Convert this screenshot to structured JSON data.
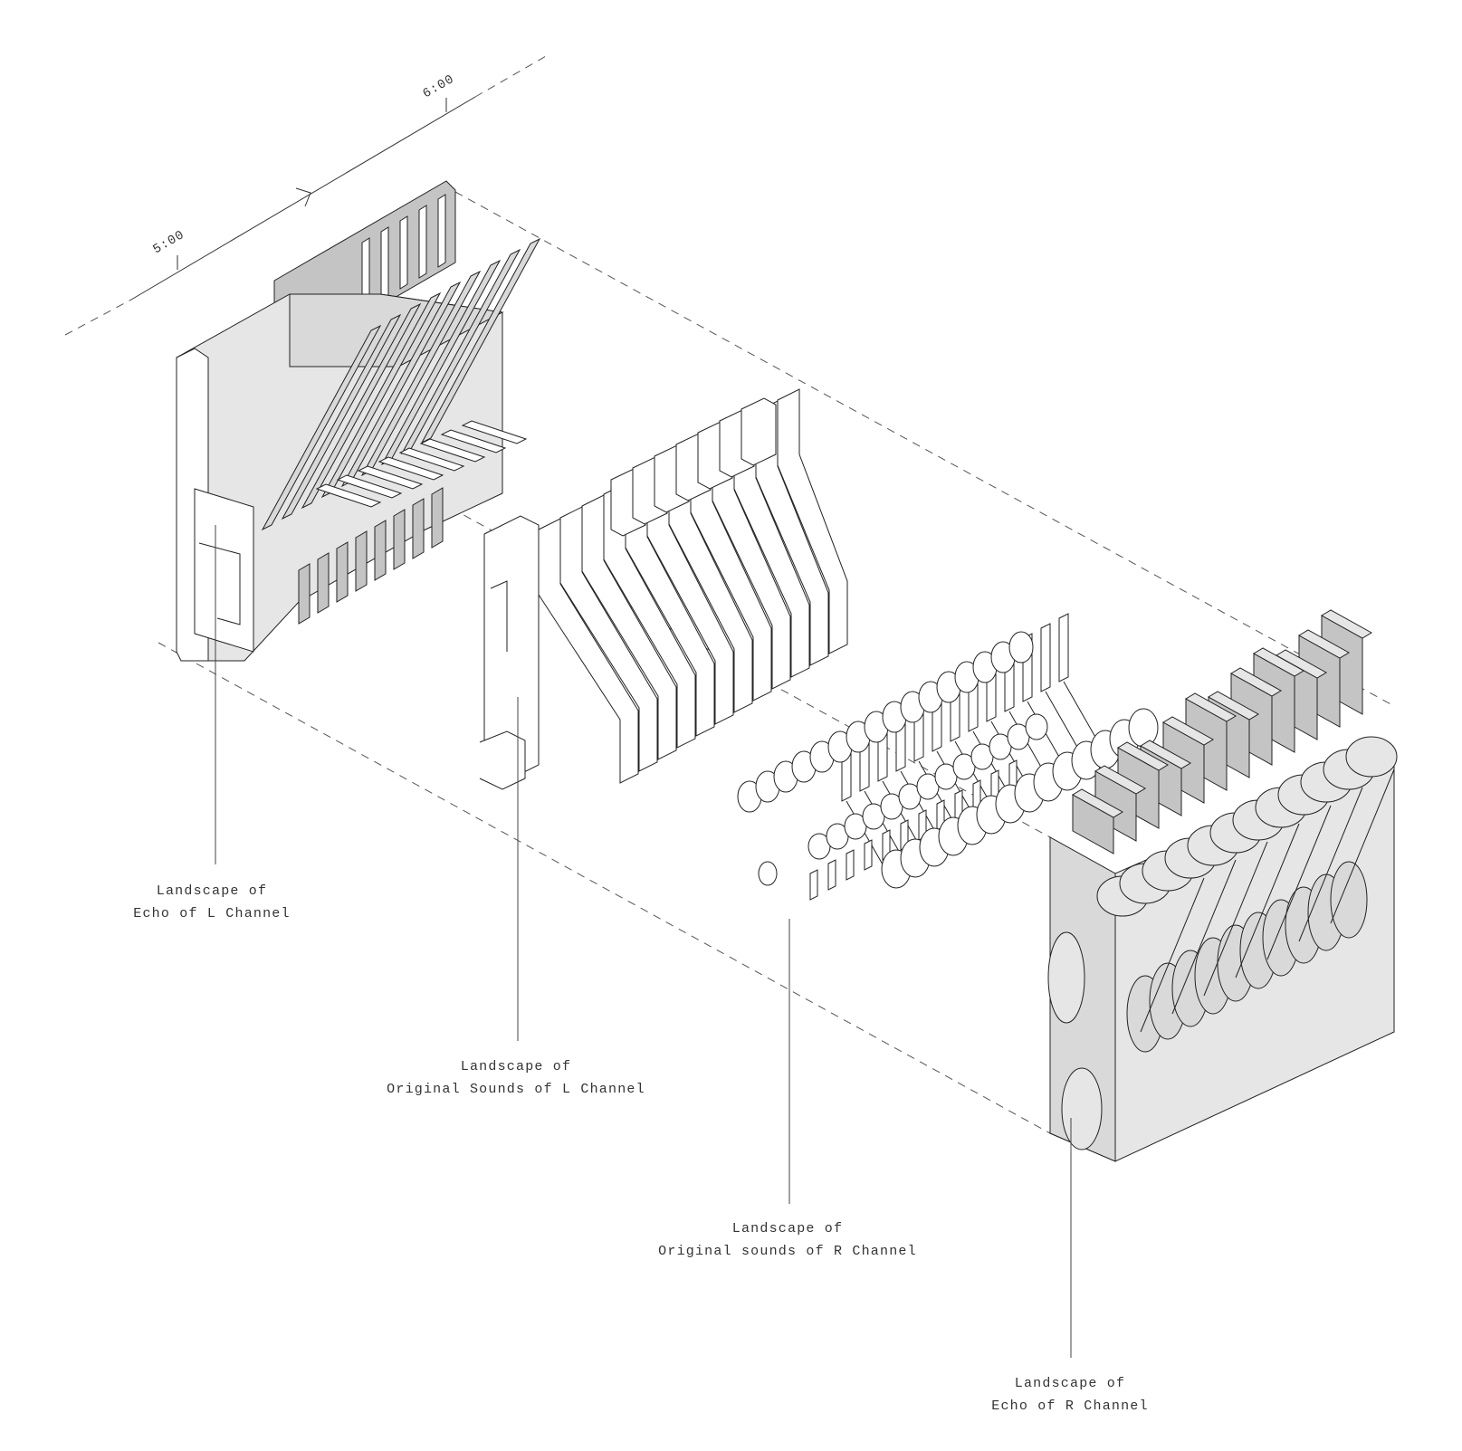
{
  "timeline": {
    "ticks": [
      {
        "label": "5:00"
      },
      {
        "label": "6:00"
      }
    ]
  },
  "landscapes": [
    {
      "id": "echo-l",
      "line1": "Landscape of",
      "line2": "Echo of L Channel"
    },
    {
      "id": "original-l",
      "line1": "Landscape of",
      "line2": "Original Sounds of L Channel"
    },
    {
      "id": "original-r",
      "line1": "Landscape of",
      "line2": "Original sounds of R Channel"
    },
    {
      "id": "echo-r",
      "line1": "Landscape of",
      "line2": "Echo of R Channel"
    }
  ],
  "colors": {
    "line": "#222222",
    "light_face": "#e6e6e6",
    "mid_face": "#d9d9d9",
    "dark_face": "#c4c4c4",
    "background": "#ffffff"
  }
}
